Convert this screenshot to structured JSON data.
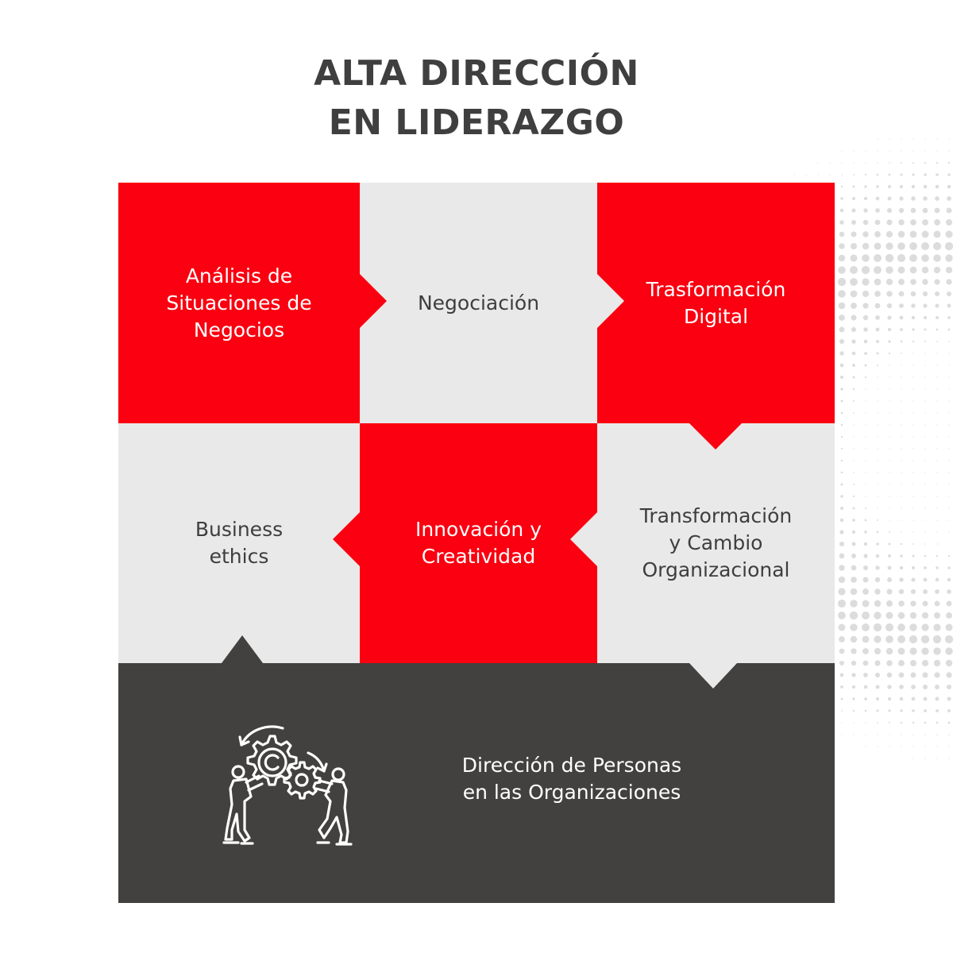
{
  "title": {
    "line1": "ALTA DIRECCIÓN",
    "line2": "EN LIDERAZGO"
  },
  "tiles": {
    "analisis": [
      "Análisis de",
      "Situaciones de",
      "Negocios"
    ],
    "negociacion": [
      "Negociación"
    ],
    "trasformacion_digital": [
      "Trasformación",
      "Digital"
    ],
    "business_ethics": [
      "Business",
      "ethics"
    ],
    "innovacion": [
      "Innovación y",
      "Creatividad"
    ],
    "transformacion_cambio": [
      "Transformación",
      "y Cambio",
      "Organizacional"
    ],
    "direccion_personas": [
      "Dirección de Personas",
      "en las Organizaciones"
    ]
  },
  "icons": {
    "team_gears": "people-pushing-gears-icon"
  },
  "colors": {
    "red": "#fa0010",
    "light_gray": "#e9e9e9",
    "dark_gray": "#424140",
    "title": "#3f3f3f",
    "dot": "#dcdcdc"
  }
}
